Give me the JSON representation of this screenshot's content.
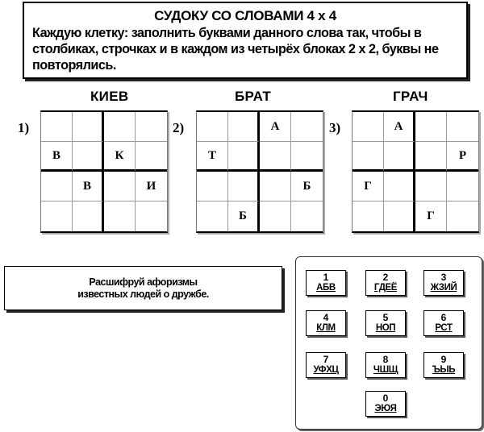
{
  "header": {
    "title": "СУДОКУ  СО СЛОВАМИ 4 х 4",
    "instruction": "Каждую клетку: заполнить буквами данного слова так, чтобы в столбиках, строчках и в каждом из четырёх блоках  2 х 2,  буквы не повторялись."
  },
  "puzzles": [
    {
      "number": "1)",
      "word": "КИЕВ",
      "grid": [
        [
          "",
          "",
          "",
          ""
        ],
        [
          "В",
          "",
          "К",
          ""
        ],
        [
          "",
          "В",
          "",
          "И"
        ],
        [
          "",
          "",
          "",
          ""
        ]
      ]
    },
    {
      "number": "2)",
      "word": "БРАТ",
      "grid": [
        [
          "",
          "",
          "А",
          ""
        ],
        [
          "Т",
          "",
          "",
          ""
        ],
        [
          "",
          "",
          "",
          "Б"
        ],
        [
          "",
          "Б",
          "",
          ""
        ]
      ]
    },
    {
      "number": "3)",
      "word": "ГРАЧ",
      "grid": [
        [
          "",
          "А",
          "",
          ""
        ],
        [
          "",
          "",
          "",
          "Р"
        ],
        [
          "Г",
          "",
          "",
          ""
        ],
        [
          "",
          "",
          "Г",
          ""
        ]
      ]
    }
  ],
  "aphorism": {
    "line1": "Расшифруй афоризмы",
    "line2": "известных людей о дружбе."
  },
  "keypad": {
    "keys": [
      {
        "digit": "1",
        "letters": "АБВ"
      },
      {
        "digit": "2",
        "letters": "ГДЕЁ"
      },
      {
        "digit": "3",
        "letters": "ЖЗИЙ"
      },
      {
        "digit": "4",
        "letters": "КЛМ"
      },
      {
        "digit": "5",
        "letters": "НОП"
      },
      {
        "digit": "6",
        "letters": "РСТ"
      },
      {
        "digit": "7",
        "letters": "УФХЦ"
      },
      {
        "digit": "8",
        "letters": "ЧШЩ"
      },
      {
        "digit": "9",
        "letters": "ЪЫЬ"
      },
      {
        "digit": "0",
        "letters": "ЭЮЯ"
      }
    ]
  }
}
